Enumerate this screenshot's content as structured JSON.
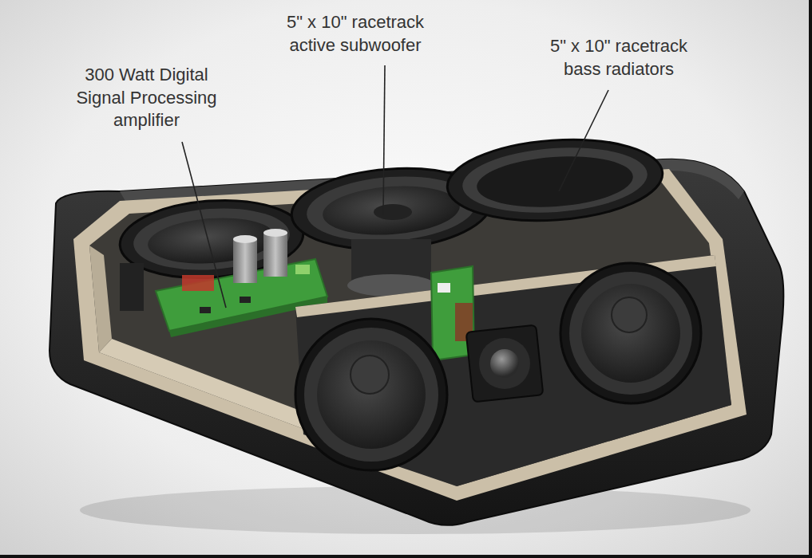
{
  "diagram": {
    "labels": [
      "300 Watt Digital Signal Processing amplifier",
      "5\" x 10\" racetrack active subwoofer",
      "5\" x 10\" racetrack bass radiators"
    ]
  }
}
